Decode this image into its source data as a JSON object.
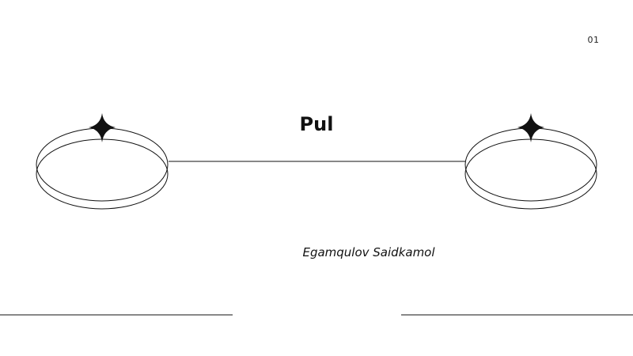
{
  "slide": {
    "page_number": "01",
    "title": "Pul",
    "author": "Egamqulov Saidkamol"
  },
  "colors": {
    "background": "#ffffff",
    "ink": "#111111"
  },
  "icons": [
    "left-ring-icon",
    "right-ring-icon",
    "left-sparkle-icon",
    "right-sparkle-icon"
  ]
}
